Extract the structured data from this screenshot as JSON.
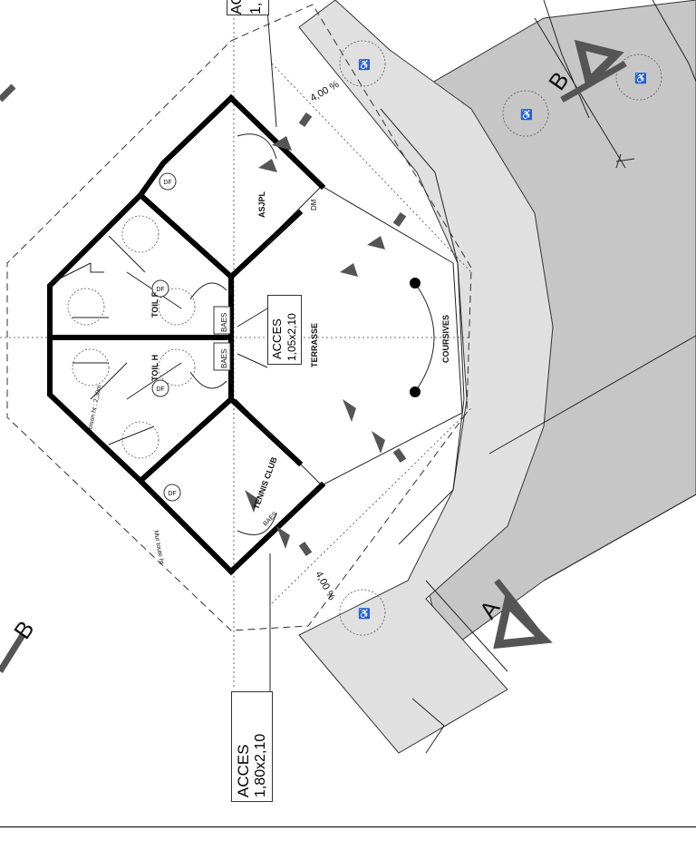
{
  "colors": {
    "paving": "#dcdcdc",
    "dark_paving": "#c6c6c6",
    "wall": "#000000",
    "background": "#ffffff"
  },
  "rooms": {
    "toil_f": "TOIL F",
    "toil_h": "TOIL H",
    "asjpl": "ASJPL",
    "tennis_club": "TENNIS CLUB",
    "terrasse": "TERRASSE",
    "coursives": "COURSIVES"
  },
  "symbols": {
    "df": "DF",
    "baes": "BAES",
    "dm": "DM"
  },
  "notes": {
    "cloison": "Cloison ht : 2,30m",
    "mur": "Mur toute ht"
  },
  "slopes": {
    "top": "4,00 %",
    "bottom": "4,00 %"
  },
  "callouts": {
    "top_title": "AC",
    "top_dim": "1,",
    "mid_title": "ACCES",
    "mid_dim": "1,05x2,10",
    "bottom_title": "ACCES",
    "bottom_dim": "1,80x2,10"
  },
  "section_markers": {
    "a": "A",
    "b": "B"
  },
  "icons": [
    "accessible-parking-icon",
    "section-marker-icon",
    "arrow-icon",
    "column-icon"
  ]
}
